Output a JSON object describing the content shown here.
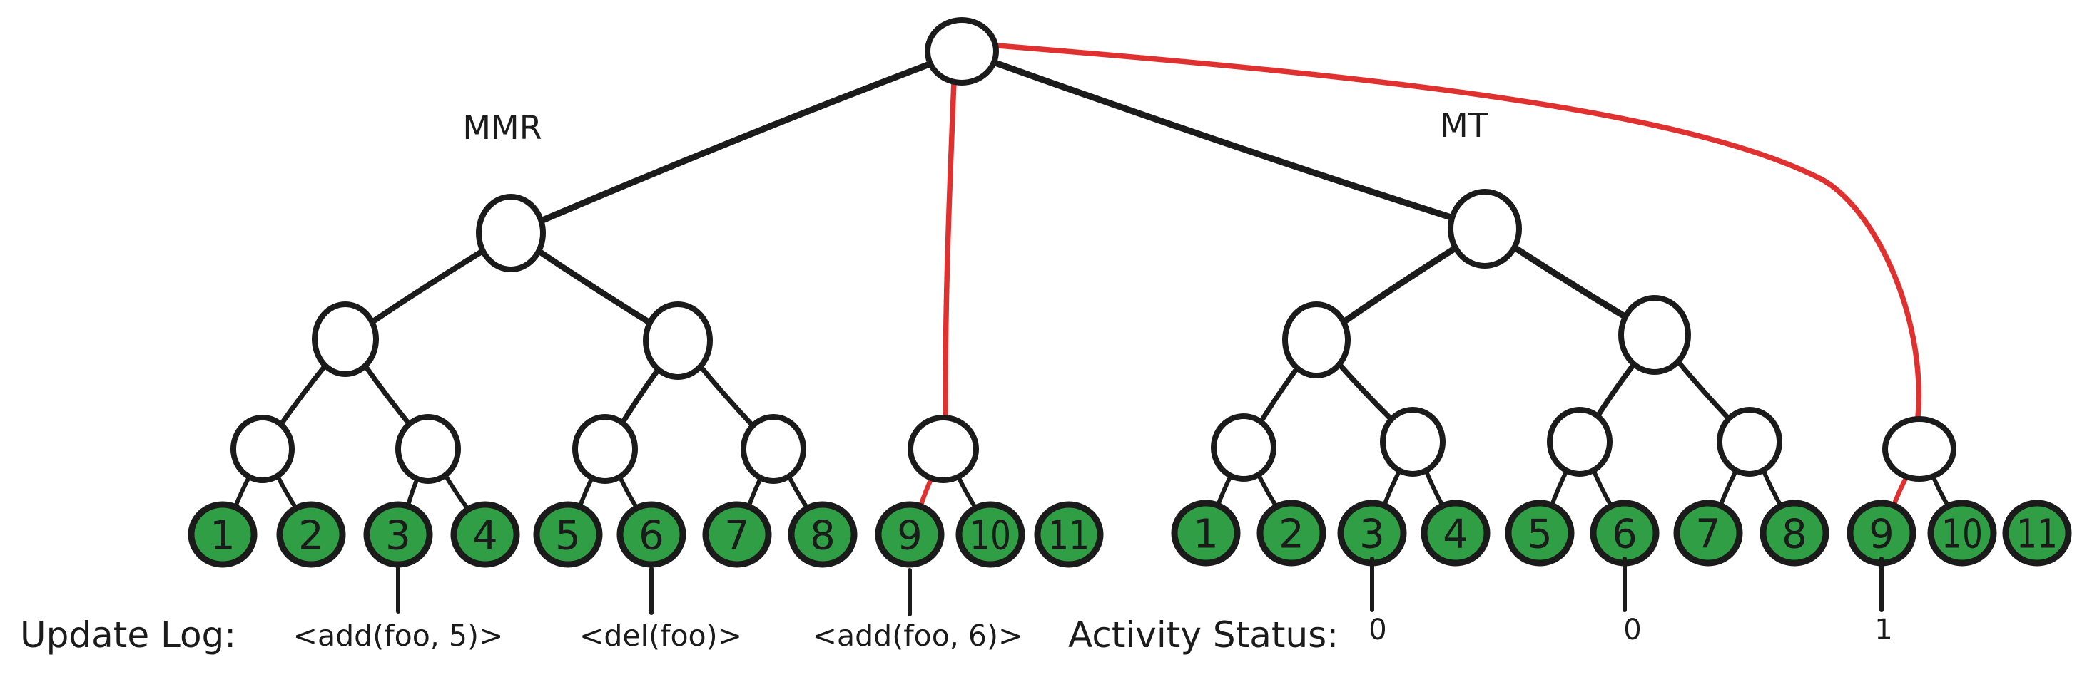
{
  "diagram": {
    "left_tree": {
      "label": "MMR",
      "leaves": [
        "1",
        "2",
        "3",
        "4",
        "5",
        "6",
        "7",
        "8",
        "9",
        "10",
        "11"
      ]
    },
    "right_tree": {
      "label": "MT",
      "leaves": [
        "1",
        "2",
        "3",
        "4",
        "5",
        "6",
        "7",
        "8",
        "9",
        "10",
        "11"
      ]
    },
    "update_log": {
      "label": "Update Log:",
      "entries": [
        "<add(foo, 5)>",
        "<del(foo)>",
        "<add(foo, 6)>"
      ]
    },
    "activity_status": {
      "label": "Activity Status:",
      "values": [
        "0",
        "0",
        "1"
      ]
    },
    "colors": {
      "node_stroke": "#1b1b1b",
      "leaf_fill": "#2f9e44",
      "highlight_red": "#e03131",
      "text": "#1b1b1b",
      "background": "#ffffff"
    }
  }
}
